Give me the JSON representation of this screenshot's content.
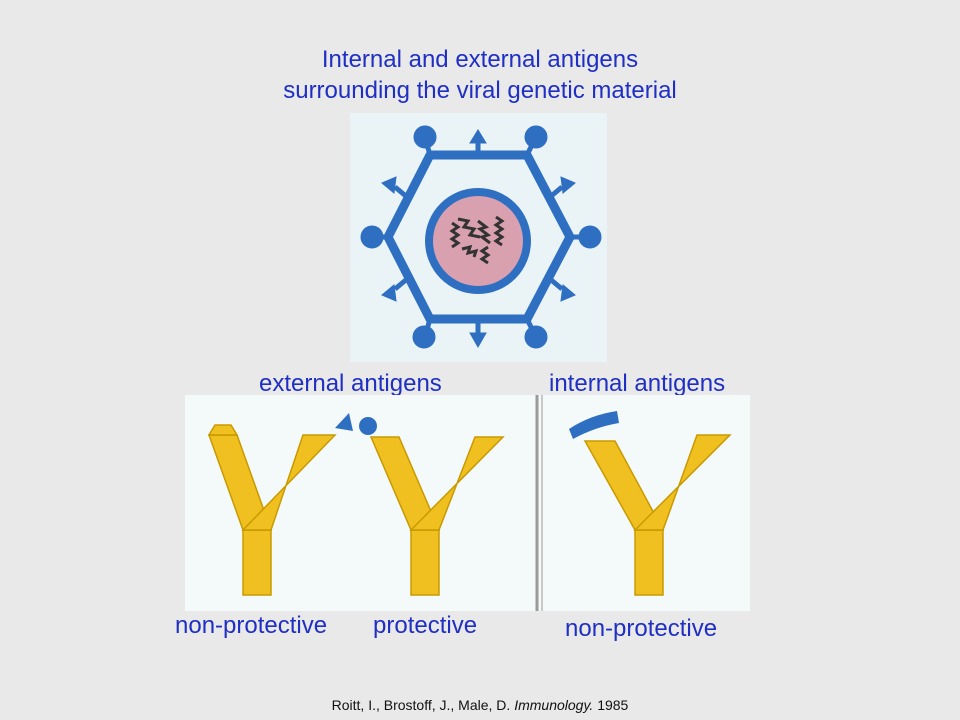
{
  "title": {
    "line1": "Internal and external antigens",
    "line2": "surrounding the viral genetic material"
  },
  "labels": {
    "external": "external antigens",
    "internal": "internal antigens",
    "antibody1": "non-protective",
    "antibody2": "protective",
    "antibody3": "non-protective"
  },
  "citation": {
    "authors": "Roitt, I., Brostoff, J., Male, D.",
    "journal": "Immunology.",
    "year": "1985"
  },
  "colors": {
    "text": "#1f2fc4",
    "virus_blue": "#2f6fc2",
    "core_pink": "#d9a0b0",
    "panel_bg": "#eaf4f7",
    "antibody_gold": "#f0c020"
  }
}
